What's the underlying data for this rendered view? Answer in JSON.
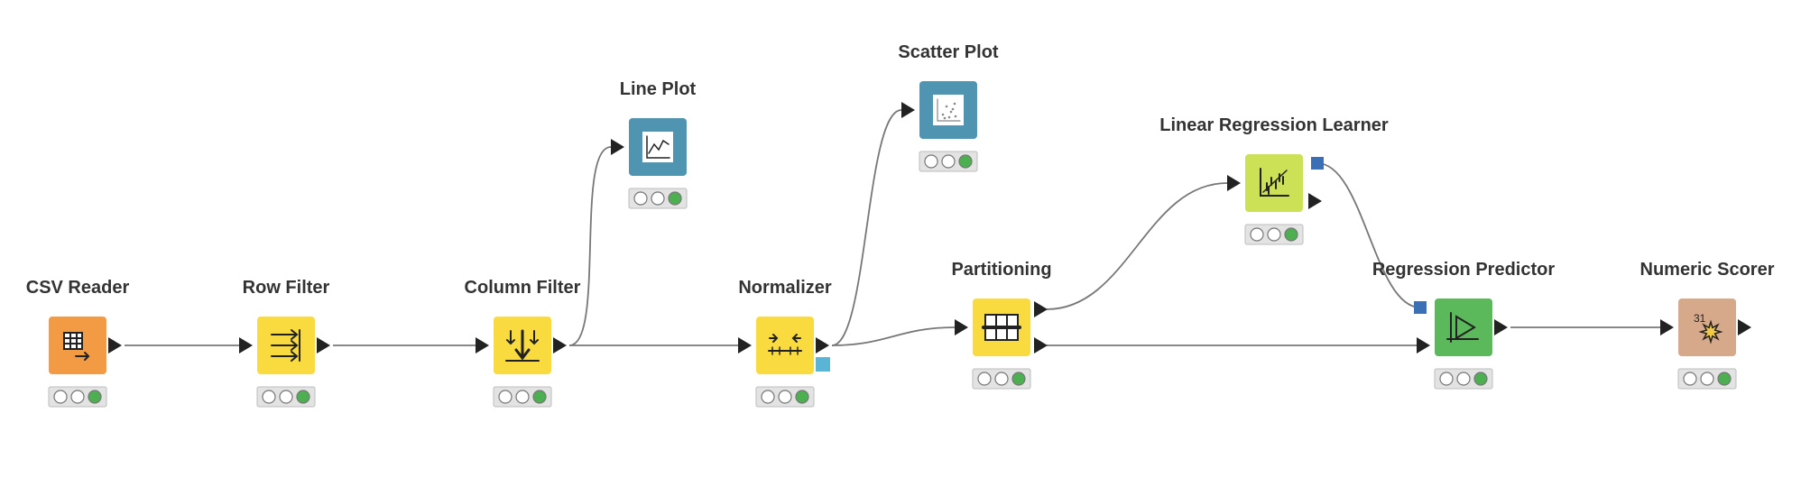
{
  "workflow": {
    "nodes": [
      {
        "id": "csv_reader",
        "title": "CSV Reader",
        "color": "#F39A45",
        "icon": "csv-reader-icon",
        "status": "executed"
      },
      {
        "id": "row_filter",
        "title": "Row Filter",
        "color": "#F9DB3F",
        "icon": "row-filter-icon",
        "status": "executed"
      },
      {
        "id": "column_filter",
        "title": "Column Filter",
        "color": "#F9DB3F",
        "icon": "column-filter-icon",
        "status": "executed"
      },
      {
        "id": "line_plot",
        "title": "Line Plot",
        "color": "#4F95B2",
        "icon": "line-plot-icon",
        "status": "executed"
      },
      {
        "id": "normalizer",
        "title": "Normalizer",
        "color": "#F9DB3F",
        "icon": "normalizer-icon",
        "status": "executed"
      },
      {
        "id": "scatter_plot",
        "title": "Scatter Plot",
        "color": "#4F95B2",
        "icon": "scatter-plot-icon",
        "status": "executed"
      },
      {
        "id": "partitioning",
        "title": "Partitioning",
        "color": "#F9DB3F",
        "icon": "partitioning-icon",
        "status": "executed"
      },
      {
        "id": "lin_reg_learner",
        "title": "Linear Regression Learner",
        "color": "#CCE155",
        "icon": "regression-learner-icon",
        "status": "executed"
      },
      {
        "id": "reg_predictor",
        "title": "Regression Predictor",
        "color": "#5BB85B",
        "icon": "predictor-icon",
        "status": "executed"
      },
      {
        "id": "numeric_scorer",
        "title": "Numeric Scorer",
        "color": "#D6A98A",
        "icon": "scorer-icon",
        "status": "executed"
      }
    ],
    "connections": [
      {
        "from": "csv_reader",
        "to": "row_filter"
      },
      {
        "from": "row_filter",
        "to": "column_filter"
      },
      {
        "from": "column_filter",
        "to": "line_plot"
      },
      {
        "from": "column_filter",
        "to": "normalizer"
      },
      {
        "from": "normalizer",
        "to": "scatter_plot"
      },
      {
        "from": "normalizer",
        "to": "partitioning"
      },
      {
        "from": "partitioning",
        "to": "lin_reg_learner"
      },
      {
        "from": "partitioning",
        "to": "reg_predictor"
      },
      {
        "from": "lin_reg_learner",
        "to": "reg_predictor"
      },
      {
        "from": "reg_predictor",
        "to": "numeric_scorer"
      }
    ],
    "colors": {
      "edge": "#777777",
      "port": "#222222",
      "model_port": "#3B6FB6",
      "normalizer_model_port": "#5AB4D6",
      "status_green": "#4CAF50",
      "status_empty": "#ffffff",
      "status_tray": "#e3e3e3"
    }
  }
}
